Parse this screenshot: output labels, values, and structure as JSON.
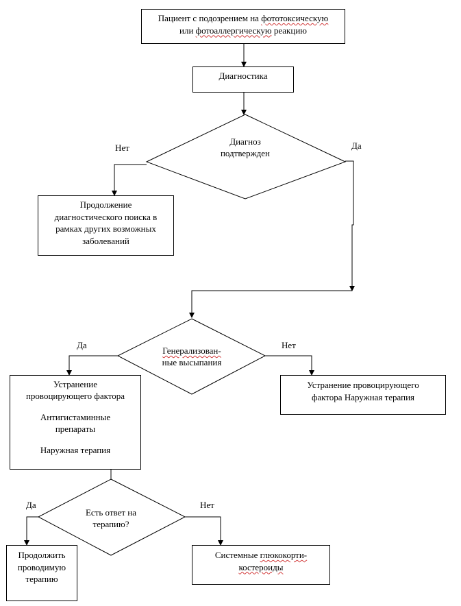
{
  "nodes": {
    "start": {
      "line1_a": "Пациент с подозрением на ",
      "line1_b": "фототоксическую",
      "line2_a": "или ",
      "line2_b": "фотоаллергическую",
      "line2_c": " реакцию"
    },
    "diagnostics": "Диагностика",
    "diag_confirmed": {
      "line1": "Диагноз",
      "line2": "подтвержден"
    },
    "continue_search": {
      "line1": "Продолжение",
      "line2": "диагностического поиска в",
      "line3": "рамках других возможных",
      "line4": "заболеваний"
    },
    "generalized": {
      "line1": "Генерализован-",
      "line2": "ные высыпания"
    },
    "left_treatment": {
      "p1_line1": "Устранение",
      "p1_line2": "провоцирующего фактора",
      "p2_line1": "Антигистаминные",
      "p2_line2": "препараты",
      "p3": "Наружная терапия"
    },
    "right_treatment": {
      "line1": "Устранение провоцирующего",
      "line2": "фактора Наружная терапия"
    },
    "response": {
      "line1": "Есть ответ на",
      "line2": "терапию?"
    },
    "continue_therapy": {
      "line1": "Продолжить",
      "line2": "проводимую",
      "line3": "терапию"
    },
    "systemic": {
      "line1_a": "Системные ",
      "line1_b": "глюкокорти-",
      "line2": "костероиды"
    }
  },
  "edge_labels": {
    "no_1": "Нет",
    "yes_1": "Да",
    "yes_2": "Да",
    "no_2": "Нет",
    "yes_3": "Да",
    "no_3": "Нет"
  }
}
